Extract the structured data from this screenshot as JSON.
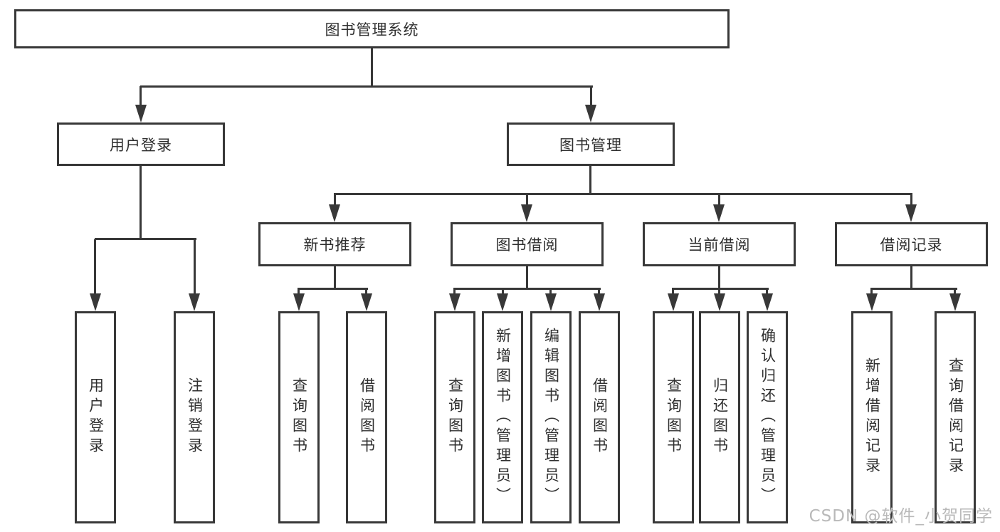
{
  "diagram_type": "hierarchy-tree",
  "root": {
    "label": "图书管理系统"
  },
  "branches": [
    {
      "label": "用户登录",
      "children": [
        {
          "label": "用户登录"
        },
        {
          "label": "注销登录"
        }
      ]
    },
    {
      "label": "图书管理",
      "children": [
        {
          "label": "新书推荐",
          "children": [
            {
              "label": "查询图书"
            },
            {
              "label": "借阅图书"
            }
          ]
        },
        {
          "label": "图书借阅",
          "children": [
            {
              "label": "查询图书"
            },
            {
              "label": "新增图书（管理员）"
            },
            {
              "label": "编辑图书（管理员）"
            },
            {
              "label": "借阅图书"
            }
          ]
        },
        {
          "label": "当前借阅",
          "children": [
            {
              "label": "查询图书"
            },
            {
              "label": "归还图书"
            },
            {
              "label": "确认归还（管理员）"
            }
          ]
        },
        {
          "label": "借阅记录",
          "children": [
            {
              "label": "新增借阅记录"
            },
            {
              "label": "查询借阅记录"
            }
          ]
        }
      ]
    }
  ],
  "watermark": {
    "text": "CSDN @软件_小贺同学"
  },
  "colors": {
    "line": "#383838",
    "text": "#2f2f2f",
    "box_background": "#ffffff",
    "watermark": "#b9b9b9"
  }
}
